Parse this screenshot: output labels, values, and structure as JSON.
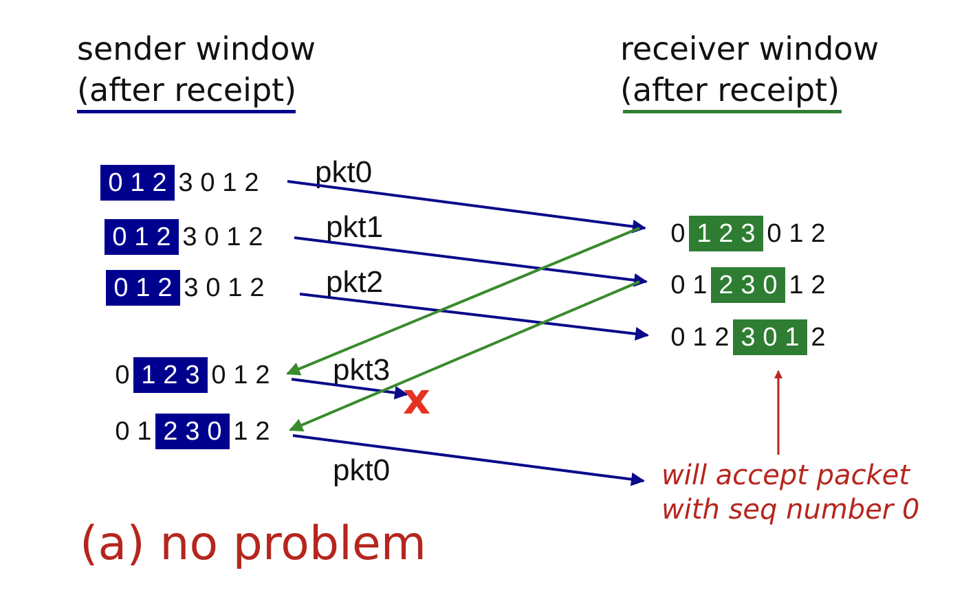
{
  "colors": {
    "sender_window": "#00008f",
    "receiver_window": "#2e7d32",
    "ack_arrow": "#3a8a2e",
    "data_arrow": "#0a0a8a",
    "loss": "#e53222",
    "note": "#b5261e"
  },
  "sender_header": {
    "line1": "sender window",
    "line2": "(after receipt)"
  },
  "receiver_header": {
    "line1": "receiver window",
    "line2": "(after receipt)"
  },
  "sender_rows": [
    {
      "digits": [
        "0",
        "1",
        "2",
        "3",
        "0",
        "1",
        "2"
      ],
      "window_start": 0,
      "window_size": 3
    },
    {
      "digits": [
        "0",
        "1",
        "2",
        "3",
        "0",
        "1",
        "2"
      ],
      "window_start": 0,
      "window_size": 3
    },
    {
      "digits": [
        "0",
        "1",
        "2",
        "3",
        "0",
        "1",
        "2"
      ],
      "window_start": 0,
      "window_size": 3
    },
    {
      "digits": [
        "0",
        "1",
        "2",
        "3",
        "0",
        "1",
        "2"
      ],
      "window_start": 1,
      "window_size": 3
    },
    {
      "digits": [
        "0",
        "1",
        "2",
        "3",
        "0",
        "1",
        "2"
      ],
      "window_start": 2,
      "window_size": 3
    }
  ],
  "receiver_rows": [
    {
      "digits": [
        "0",
        "1",
        "2",
        "3",
        "0",
        "1",
        "2"
      ],
      "window_start": 1,
      "window_size": 3
    },
    {
      "digits": [
        "0",
        "1",
        "2",
        "3",
        "0",
        "1",
        "2"
      ],
      "window_start": 2,
      "window_size": 3
    },
    {
      "digits": [
        "0",
        "1",
        "2",
        "3",
        "0",
        "1",
        "2"
      ],
      "window_start": 3,
      "window_size": 3
    }
  ],
  "packets": {
    "p1": "pkt0",
    "p2": "pkt1",
    "p3": "pkt2",
    "p4": "pkt3",
    "p5": "pkt0"
  },
  "loss_mark": "x",
  "note": {
    "line1": "will accept packet",
    "line2": "with seq number 0"
  },
  "caption": "(a) no problem"
}
